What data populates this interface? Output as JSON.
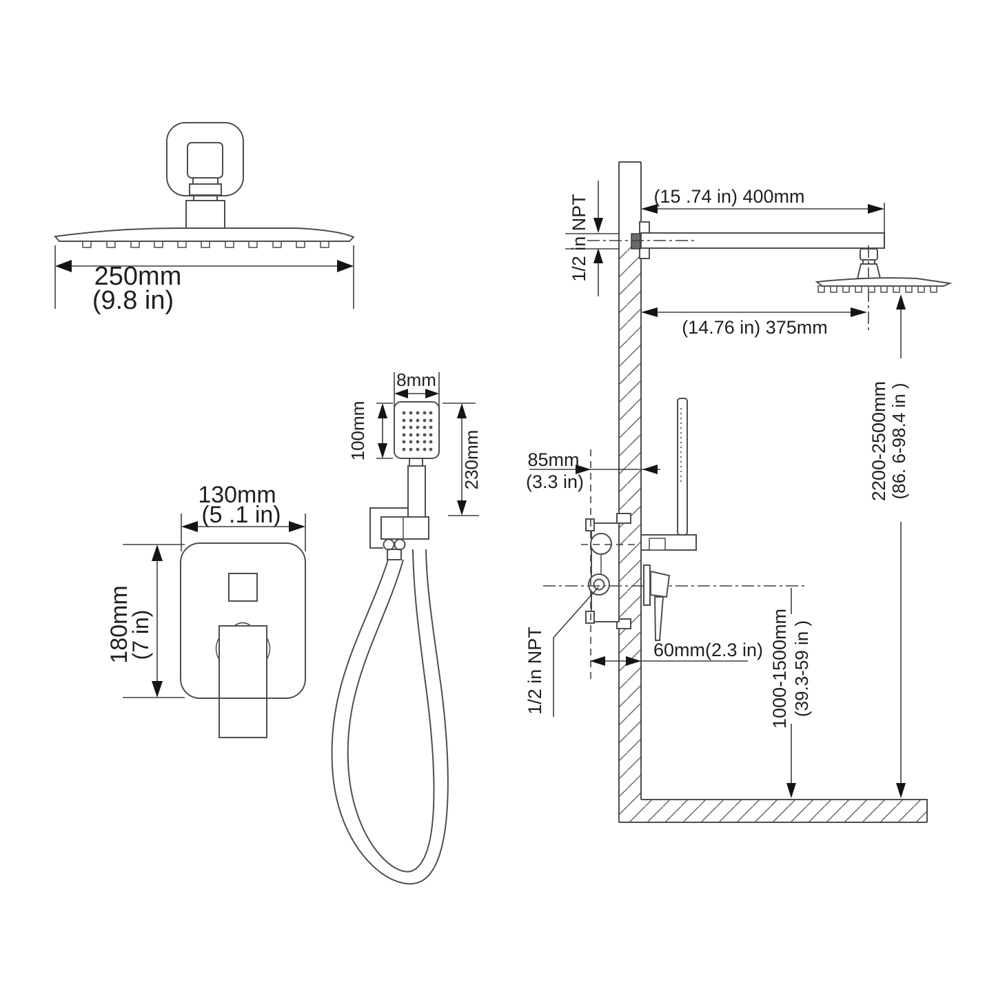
{
  "figures": {
    "overhead_head": {
      "width_mm": "250mm",
      "width_in": "(9.8 in)"
    },
    "valve_trim": {
      "width_mm": "130mm",
      "width_in": "(5 .1 in)",
      "height_mm": "180mm",
      "height_in": "(7 in)"
    },
    "hand_shower": {
      "face_width": "8mm",
      "face_height": "100mm",
      "total_height": "230mm"
    },
    "installation": {
      "arm_length": "(15 .74 in) 400mm",
      "arm_thread": "1/2 in NPT",
      "head_offset": "(14.76 in)  375mm",
      "head_height_mm": "2200-2500mm",
      "head_height_in": "(86. 6-98.4 in )",
      "valve_depth_mm": "85mm",
      "valve_depth_in": "(3.3 in)",
      "valve_offset": "60mm(2.3 in)",
      "valve_thread": "1/2 in NPT",
      "valve_height_mm": "1000-1500mm",
      "valve_height_in": "(39.3-59 in )"
    }
  }
}
